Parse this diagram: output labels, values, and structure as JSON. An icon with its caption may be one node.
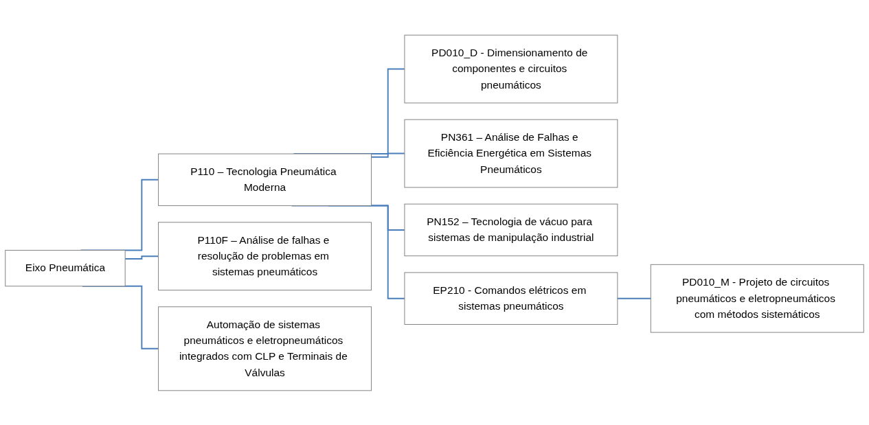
{
  "diagram": {
    "nodes": [
      {
        "text": [
          "Eixo Pneumática"
        ]
      },
      {
        "text": [
          "P110 – Tecnologia Pneumática Moderna"
        ]
      },
      {
        "text": [
          "P110F – Análise de falhas e resolução de problemas em sistemas pneumáticos"
        ]
      },
      {
        "text": [
          "Automação de sistemas pneumáticos e eletropneumáticos integrados com CLP e Terminais de Válvulas"
        ]
      },
      {
        "text": [
          "PD010_D - Dimensionamento de componentes e circuitos pneumáticos"
        ]
      },
      {
        "text": [
          "PN361 – Análise de Falhas e Eficiência Energética em Sistemas Pneumáticos"
        ]
      },
      {
        "text": [
          "PN152 – Tecnologia de vácuo para sistemas de manipulação industrial"
        ]
      },
      {
        "text": [
          "EP210 - Comandos elétricos em sistemas pneumáticos"
        ]
      },
      {
        "text": [
          "PD010_M - Projeto de circuitos pneumáticos e eletropneumáticos com métodos sistemáticos"
        ]
      }
    ],
    "edges": [
      {
        "from": 0,
        "to": 1,
        "arrow": "none"
      },
      {
        "from": 0,
        "to": 2,
        "arrow": "none"
      },
      {
        "from": 0,
        "to": 3,
        "arrow": "none"
      },
      {
        "from": 1,
        "to": 4,
        "arrow": "none"
      },
      {
        "from": 1,
        "to": 5,
        "arrow": "none"
      },
      {
        "from": 1,
        "to": 6,
        "arrow": "none"
      },
      {
        "from": 1,
        "to": 7,
        "arrow": "none"
      },
      {
        "from": 7,
        "to": 8,
        "arrow": "none"
      }
    ]
  }
}
